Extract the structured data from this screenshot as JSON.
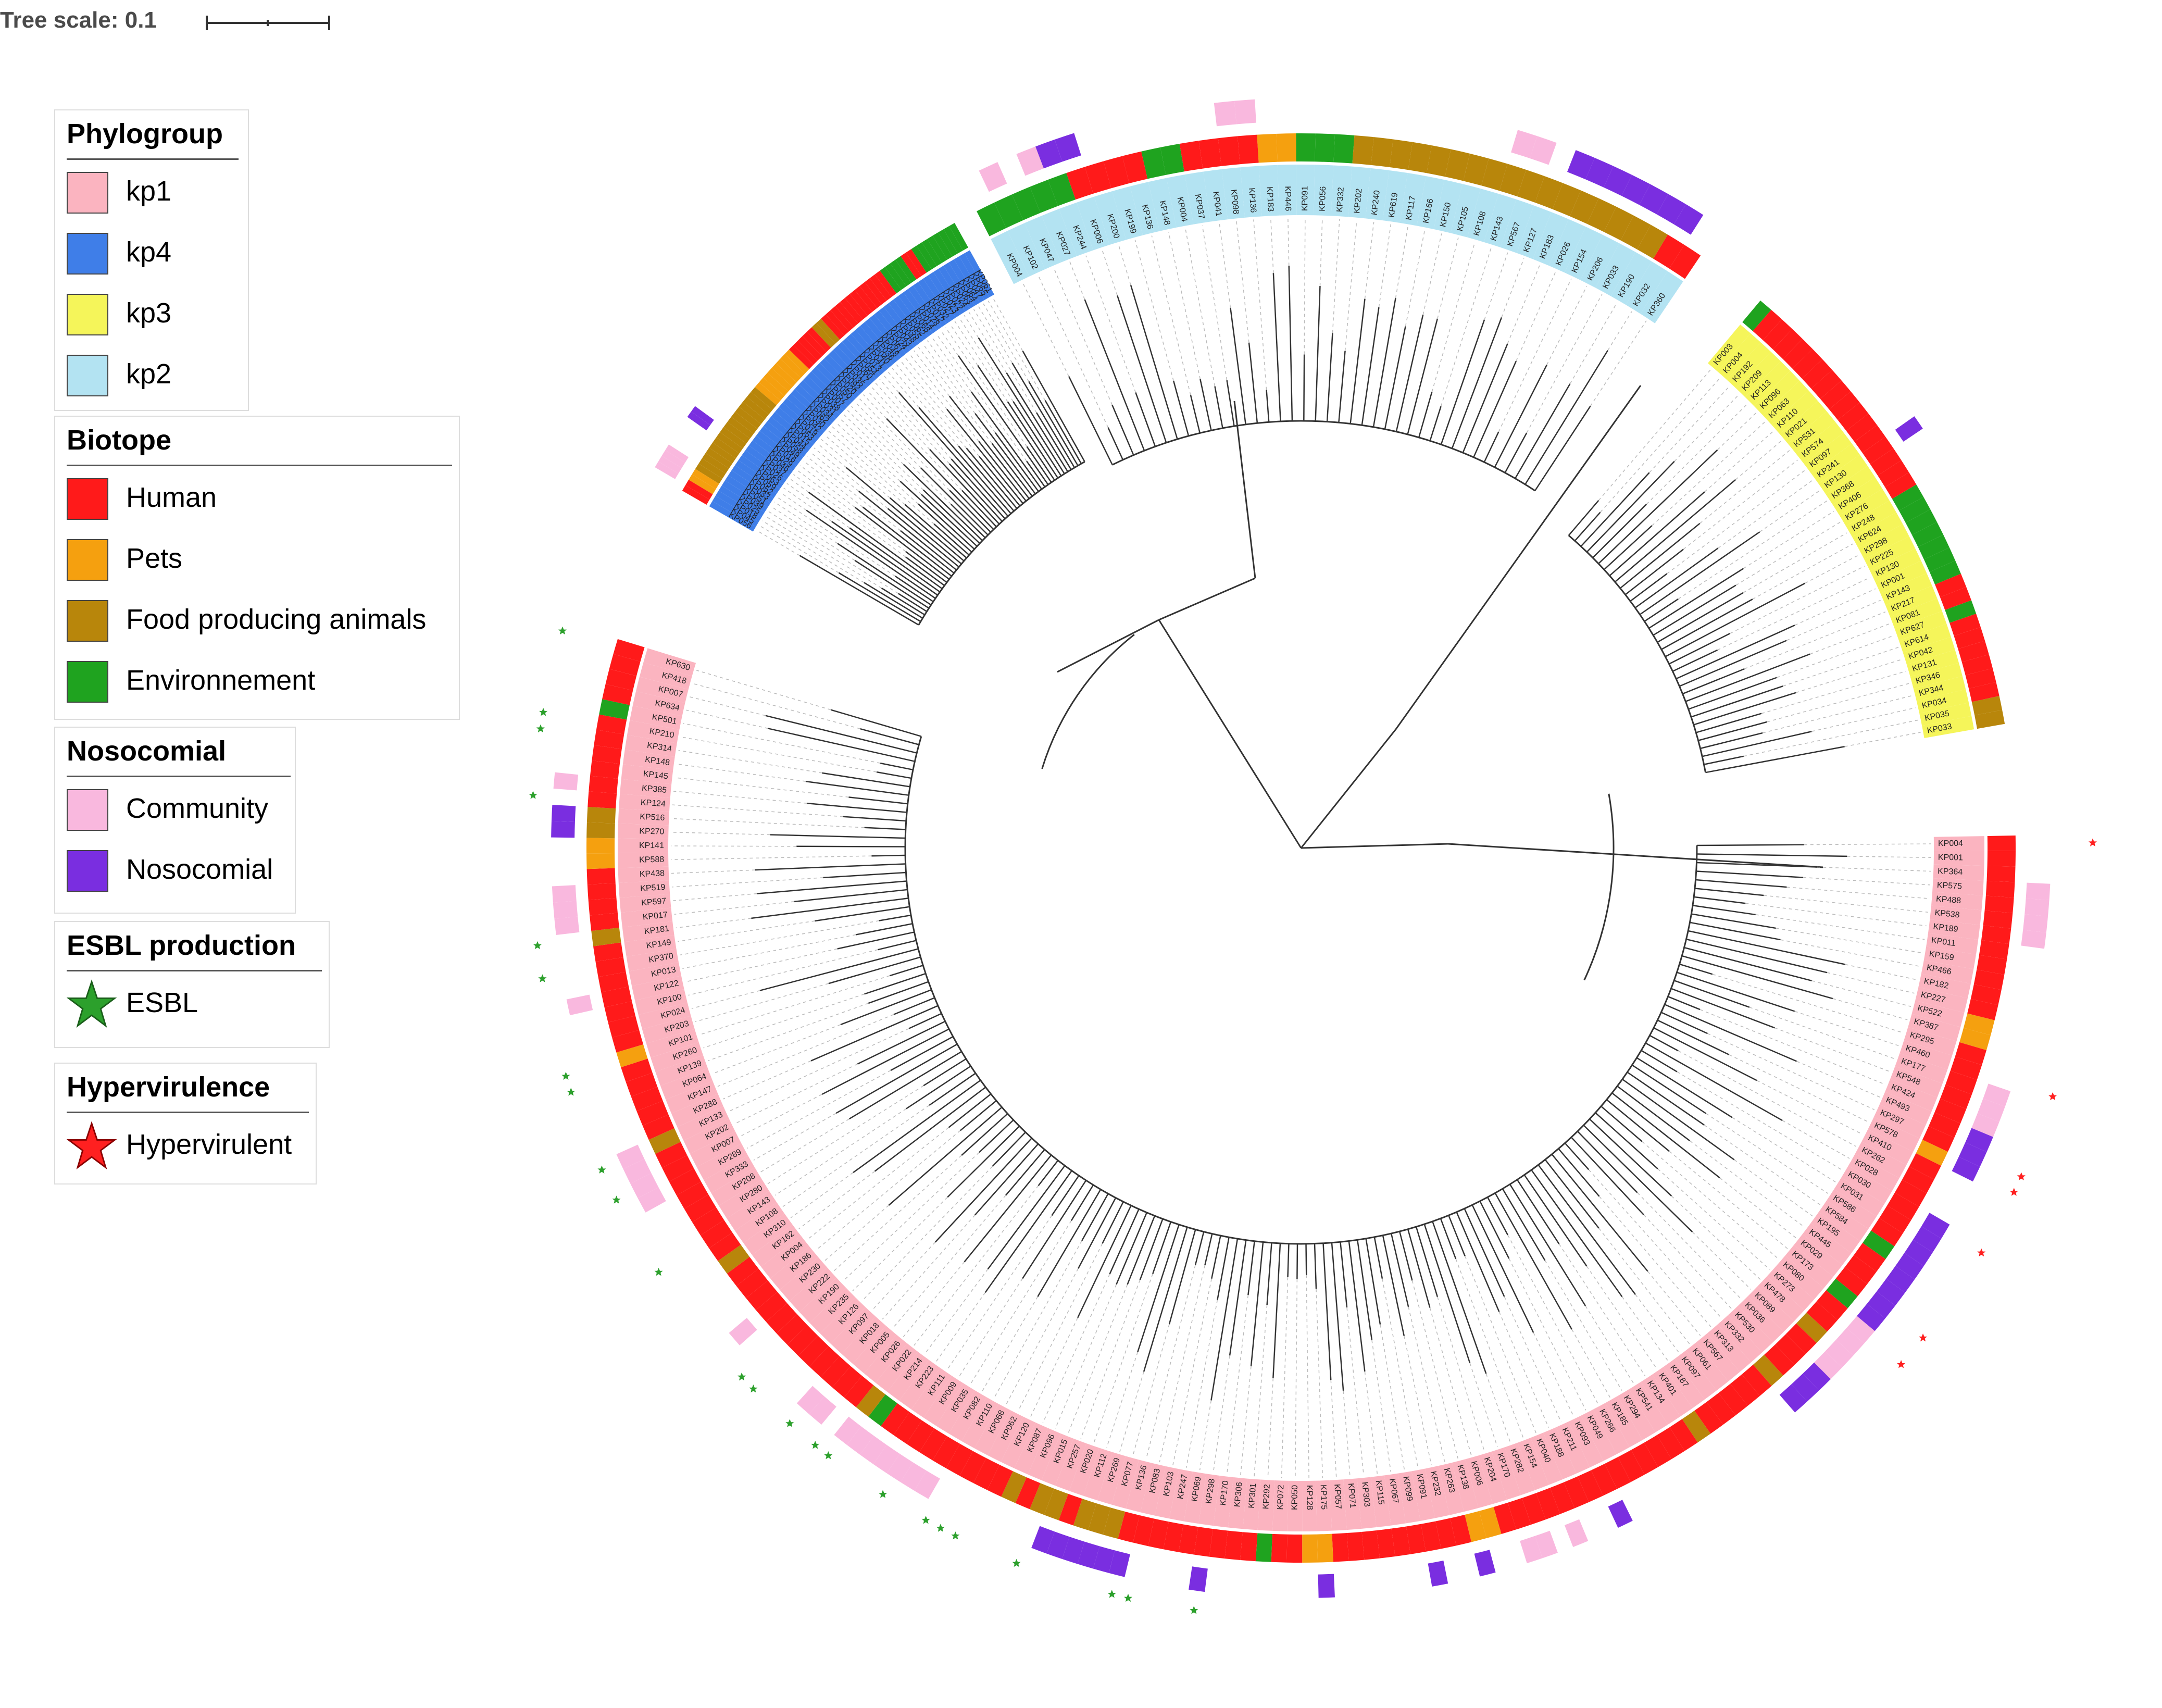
{
  "tree_scale": {
    "label": "Tree scale: 0.1"
  },
  "legend": {
    "phylogroup": {
      "title": "Phylogroup",
      "items": [
        {
          "label": "kp1",
          "color": "#fbb4c0"
        },
        {
          "label": "kp4",
          "color": "#3f7ee8"
        },
        {
          "label": "kp3",
          "color": "#f5f55a"
        },
        {
          "label": "kp2",
          "color": "#b3e3f2"
        }
      ]
    },
    "biotope": {
      "title": "Biotope",
      "items": [
        {
          "label": "Human",
          "color": "#ff1a1a"
        },
        {
          "label": "Pets",
          "color": "#f5a00f"
        },
        {
          "label": "Food producing animals",
          "color": "#b8860b"
        },
        {
          "label": "Environnement",
          "color": "#1fa31f"
        }
      ]
    },
    "nosocomial": {
      "title": "Nosocomial",
      "items": [
        {
          "label": "Community",
          "color": "#f9b8de"
        },
        {
          "label": "Nosocomial",
          "color": "#7a2ee0"
        }
      ]
    },
    "esbl": {
      "title": "ESBL production",
      "items": [
        {
          "label": "ESBL",
          "color": "#2ca02c",
          "icon": "star-icon"
        }
      ]
    },
    "hypervirulence": {
      "title": "Hypervirulence",
      "items": [
        {
          "label": "Hypervirulent",
          "color": "#ff2020",
          "icon": "star-icon"
        }
      ]
    }
  },
  "colors": {
    "phylogroup": [
      "#fbb4c0",
      "#3f7ee8",
      "#f5f55a",
      "#b3e3f2"
    ],
    "biotope": [
      "#ff1a1a",
      "#f5a00f",
      "#b8860b",
      "#1fa31f"
    ],
    "nosocomial": [
      "#f9b8de",
      "#7a2ee0"
    ],
    "esbl": "#2ca02c",
    "hypervirulent": "#ff2020",
    "branch": "#333333",
    "guide": "#bbbbbb"
  },
  "tree": {
    "groups": [
      {
        "group": "kp1",
        "ids": [
          "KP004",
          "KP001",
          "KP364",
          "KP575",
          "KP488",
          "KP538",
          "KP189",
          "KP011",
          "KP159",
          "KP466",
          "KP182",
          "KP227",
          "KP522",
          "KP387",
          "KP295",
          "KP460",
          "KP177",
          "KP548",
          "KP424",
          "KP493",
          "KP297",
          "KP578",
          "KP410",
          "KP262",
          "KP028",
          "KP030",
          "KP031",
          "KP586",
          "KP584",
          "KP195",
          "KP445",
          "KP029",
          "KP173",
          "KP080",
          "KP273",
          "KP478",
          "KP089",
          "KP036",
          "KP530",
          "KP332",
          "KP313",
          "KP567",
          "KP061",
          "KP097",
          "KP187",
          "KP401",
          "KP134",
          "KP541",
          "KP294",
          "KP185",
          "KP266",
          "KP049",
          "KP093",
          "KP211",
          "KP188",
          "KP040",
          "KP154",
          "KP282",
          "KP170",
          "KP204",
          "KP006",
          "KP138",
          "KP263",
          "KP232",
          "KP091",
          "KP099",
          "KP067",
          "KP115",
          "KP303",
          "KP071",
          "KP057",
          "KP175",
          "KP128",
          "KP050",
          "KP072",
          "KP292",
          "KP301",
          "KP306",
          "KP170",
          "KP298",
          "KP069",
          "KP247",
          "KP103",
          "KP083",
          "KP136",
          "KP077",
          "KP269",
          "KP112",
          "KP020",
          "KP257",
          "KP015",
          "KP096",
          "KP087",
          "KP120",
          "KP062",
          "KP068",
          "KP110",
          "KP082",
          "KP035",
          "KP009",
          "KP111",
          "KP223",
          "KP214",
          "KP022",
          "KP026",
          "KP005",
          "KP018",
          "KP097",
          "KP126",
          "KP235",
          "KP190",
          "KP222",
          "KP230",
          "KP186",
          "KP004",
          "KP162",
          "KP310",
          "KP108",
          "KP143",
          "KP280",
          "KP208",
          "KP333",
          "KP289",
          "KP007",
          "KP202",
          "KP133",
          "KP288",
          "KP147",
          "KP064",
          "KP139",
          "KP260",
          "KP101",
          "KP203",
          "KP024",
          "KP100",
          "KP122",
          "KP013",
          "KP370",
          "KP149",
          "KP181",
          "KP017",
          "KP597",
          "KP519",
          "KP438",
          "KP588",
          "KP141",
          "KP270",
          "KP516",
          "KP124",
          "KP385",
          "KP145",
          "KP148",
          "KP314",
          "KP210",
          "KP501",
          "KP634",
          "KP007",
          "KP418",
          "KP630"
        ]
      },
      {
        "group": "kp3",
        "ids": [
          "KP033",
          "KP035",
          "KP034",
          "KP344",
          "KP346",
          "KP131",
          "KP042",
          "KP614",
          "KP627",
          "KP081",
          "KP217",
          "KP143",
          "KP001",
          "KP130",
          "KP225",
          "KP298",
          "KP624",
          "KP248",
          "KP276",
          "KP406",
          "KP368",
          "KP130",
          "KP241",
          "KP097",
          "KP574",
          "KP531",
          "KP021",
          "KP110",
          "KP063",
          "KP096",
          "KP113",
          "KP209",
          "KP192",
          "KP004",
          "KP003"
        ]
      },
      {
        "group": "kp2",
        "ids": [
          "KP360",
          "KP032",
          "KP190",
          "KP033",
          "KP206",
          "KP154",
          "KP026",
          "KP183",
          "KP127",
          "KP567",
          "KP143",
          "KP108",
          "KP105",
          "KP150",
          "KP166",
          "KP117",
          "KP619",
          "KP240",
          "KP202",
          "KP332",
          "KP056",
          "KP091",
          "KP446",
          "KP183",
          "KP136",
          "KP098",
          "KP041",
          "KP037",
          "KP004",
          "KP148",
          "KP136",
          "KP199",
          "KP200",
          "KP006",
          "KP244",
          "KP027",
          "KP047",
          "KP102",
          "KP004"
        ]
      },
      {
        "group": "kp4",
        "ids": [
          "KP061",
          "KP065",
          "KP047",
          "KP064",
          "KP063",
          "KP024",
          "KP022",
          "KP023",
          "KP027",
          "KP032",
          "KP012",
          "KP028",
          "KP014",
          "KP068",
          "KP062",
          "KP055",
          "KP048",
          "KP043",
          "KP024",
          "KP061",
          "KP048",
          "KP036",
          "KP040",
          "KP041",
          "KP013",
          "KP054",
          "KP060",
          "KP017",
          "KP035",
          "KP092",
          "KP020",
          "KP050",
          "KP057",
          "KP007",
          "KP038",
          "KP031",
          "KP034",
          "KP062",
          "KP030",
          "KP042",
          "KP019",
          "KP053",
          "KP015",
          "KP044",
          "KP058",
          "KP049",
          "KP016",
          "KP029",
          "KP046",
          "KP037",
          "KP026",
          "KP063",
          "KP059",
          "KP052",
          "KP033",
          "KP051",
          "KP039",
          "KP025",
          "KP018",
          "KP045",
          "KP056"
        ]
      }
    ]
  }
}
